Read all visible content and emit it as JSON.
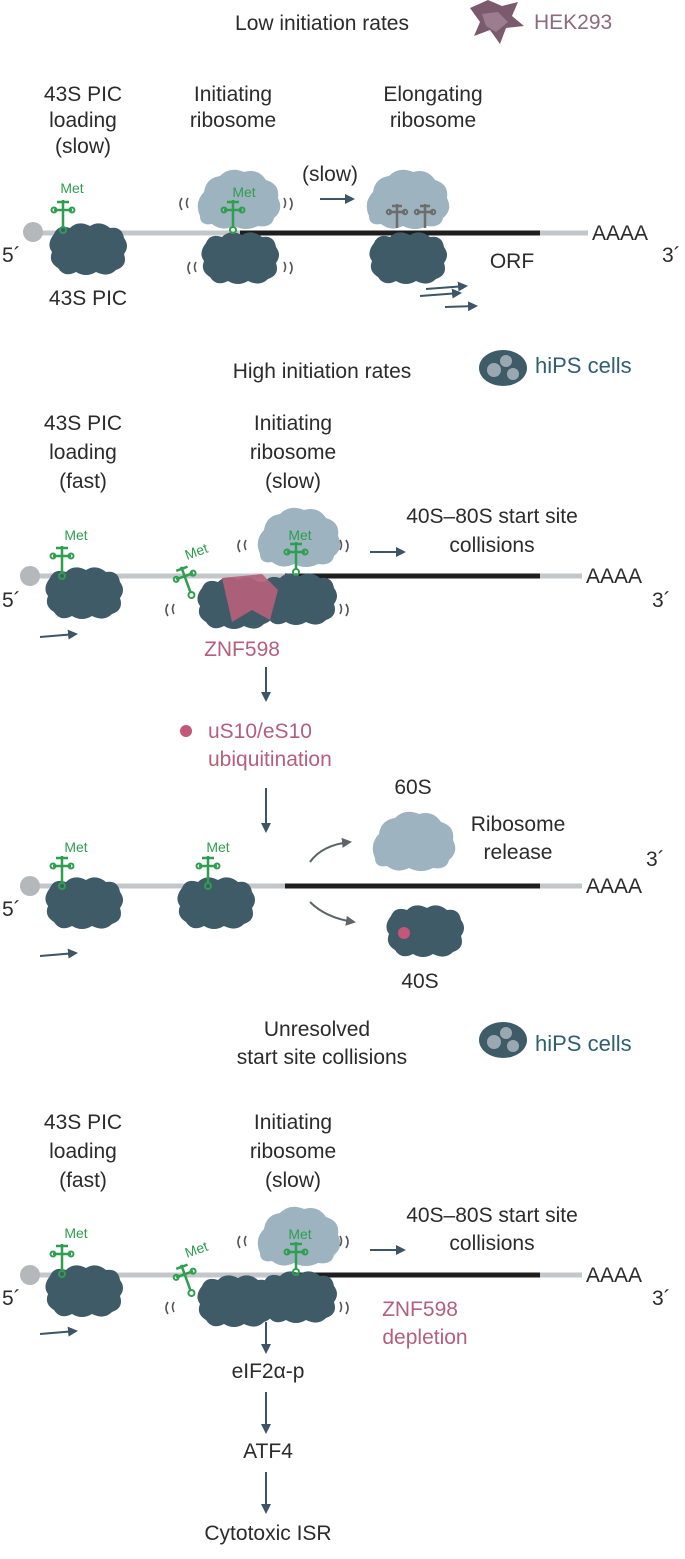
{
  "panel1": {
    "title": "Low initiation rates",
    "cell_label": "HEK293",
    "col_loading": [
      "43S PIC",
      "loading",
      "(slow)"
    ],
    "col_initiating": [
      "Initiating",
      "ribosome"
    ],
    "col_elongating": [
      "Elongating",
      "ribosome"
    ],
    "slow_label": "(slow)",
    "pic_label": "43S PIC",
    "orf_label": "ORF"
  },
  "panel2": {
    "title": "High initiation rates",
    "cell_label": "hiPS cells",
    "col_loading": [
      "43S PIC",
      "loading",
      "(fast)"
    ],
    "col_initiating": [
      "Initiating",
      "ribosome",
      "(slow)"
    ],
    "collisions": [
      "40S–80S start site",
      "collisions"
    ],
    "znf": "ZNF598",
    "ubiq": [
      "uS10/eS10",
      "ubiquitination"
    ],
    "label_60s": "60S",
    "release": [
      "Ribosome",
      "release"
    ],
    "label_40s": "40S"
  },
  "panel3": {
    "title": [
      "Unresolved",
      "start site collisions"
    ],
    "cell_label": "hiPS cells",
    "col_loading": [
      "43S PIC",
      "loading",
      "(fast)"
    ],
    "col_initiating": [
      "Initiating",
      "ribosome",
      "(slow)"
    ],
    "collisions": [
      "40S–80S start site",
      "collisions"
    ],
    "znf": [
      "ZNF598",
      "depletion"
    ],
    "cascade": [
      "eIF2α-p",
      "ATF4",
      "Cytotoxic ISR"
    ]
  },
  "common": {
    "met": "Met",
    "five_prime": "5´",
    "three_prime": "3´",
    "polya": "AAAA"
  },
  "colors": {
    "small_subunit": "#3f5b68",
    "large_subunit": "#9db3bf",
    "trna": "#2f9e4f",
    "pink": "#b4607a",
    "hek_icon": "#7b5a6e"
  }
}
